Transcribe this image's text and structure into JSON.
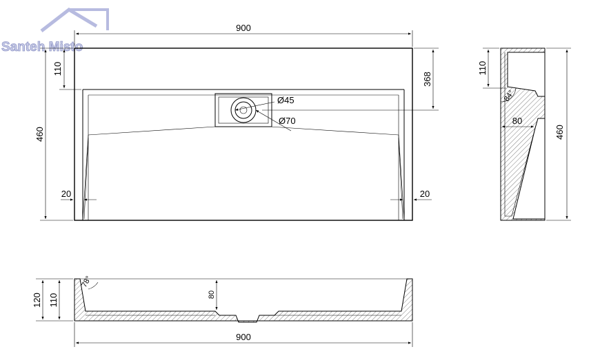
{
  "logo": {
    "text": "Santeh Misto"
  },
  "top_view": {
    "width_label": "900",
    "height_label": "460",
    "top_offset_label": "110",
    "drain_offset_label": "368",
    "side_margin_left_label": "20",
    "side_margin_right_label": "20",
    "drain_inner_label": "Ø45",
    "drain_outer_label": "Ø70"
  },
  "side_view": {
    "height_top_label": "110",
    "height_label": "460",
    "angle_label": "84°",
    "depth_label": "80"
  },
  "front_view": {
    "height_outer_label": "120",
    "height_inner_label": "110",
    "angle_label": "78°",
    "drain_height_label": "80",
    "width_label": "900"
  }
}
